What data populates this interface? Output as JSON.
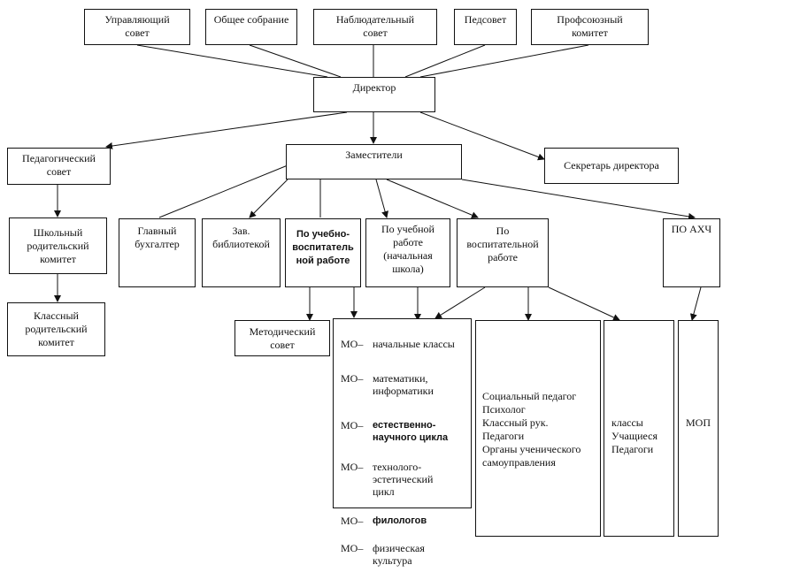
{
  "nodes": {
    "upravl": "Управляющий\nсовет",
    "obshee": "Общее собрание",
    "nabl": "Наблюдательный\nсовет",
    "pedsovet": "Педсовет",
    "profsoyuz": "Профсоюзный\nкомитет",
    "director": "Директор",
    "ped_sovet": "Педагогический\nсовет",
    "zamestiteli": "Заместители",
    "sekretar": "Секретарь директора",
    "shk_komitet": "Школьный\nродительский\nкомитет",
    "kl_komitet": "Классный\nродительский\nкомитет",
    "buhgalter": "Главный\nбухгалтер",
    "biblioteka": "Зав.\nбиблиотекой",
    "uvr": "По учебно-\nвоспитатель\nной работе",
    "ur_nach": "По учебной\nработе\n(начальная\nшкола)",
    "vospit": "По\nвоспитательной\nработе",
    "ahch": "ПО АХЧ",
    "metod": "Методический\nсовет",
    "social": "Социальный педагог\nПсихолог\nКлассный рук.\nПедагоги\nОрганы ученического\nсамоуправления",
    "klassy": "классы\nУчащиеся\nПедагоги",
    "mop": "МОП"
  },
  "mo": {
    "prefix": "МО–",
    "items": [
      {
        "name": "начальные классы"
      },
      {
        "name": "математики,\nинформатики"
      },
      {
        "name": "естественно-\nнаучного цикла"
      },
      {
        "name": "технолого-\nэстетический\nцикл"
      },
      {
        "name": "филологов"
      },
      {
        "name": "физическая\nкультура"
      }
    ]
  }
}
